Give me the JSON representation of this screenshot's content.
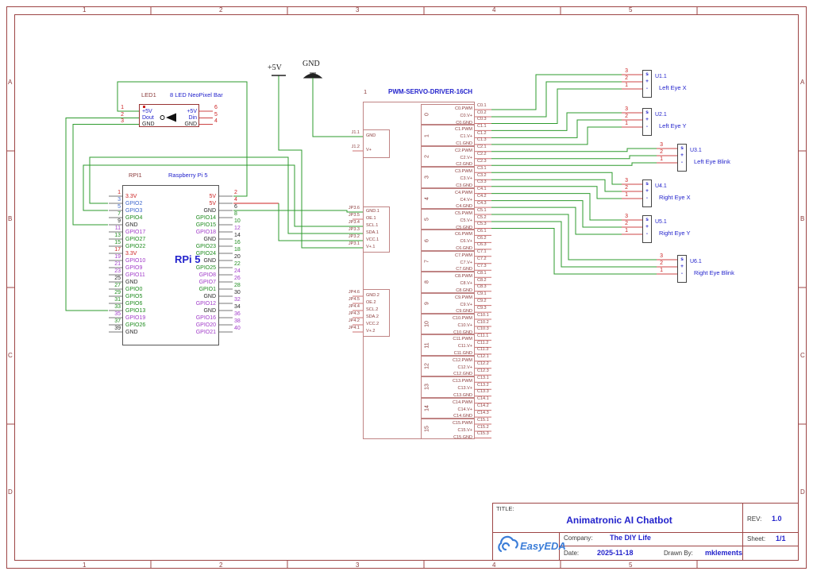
{
  "colors": {
    "wire": "#2e9b2e",
    "red_wire": "#cc2222",
    "stub_pink": "#cc7070",
    "frame": "#9d4545",
    "outline_light": "#c08484",
    "outline_dark": "#993333",
    "net_label": "#8b3b3b",
    "blue_text": "#2323cc",
    "logo_blue": "#3b7dd8"
  },
  "sheet": {
    "columns": [
      "1",
      "2",
      "3",
      "4",
      "5"
    ],
    "rows": [
      "A",
      "B",
      "C",
      "D"
    ]
  },
  "power": {
    "v5_label": "+5V",
    "gnd_label": "GND"
  },
  "led": {
    "ref": "LED1",
    "name": "8 LED NeoPixel Bar",
    "left_pins": [
      {
        "num": "1",
        "label": "+5V",
        "color": "blue"
      },
      {
        "num": "2",
        "label": "Dout",
        "color": "blue"
      },
      {
        "num": "3",
        "label": "GND",
        "color": "black"
      }
    ],
    "right_pins": [
      {
        "num": "6",
        "label": "+5V",
        "color": "blue"
      },
      {
        "num": "5",
        "label": "Din",
        "color": "blue"
      },
      {
        "num": "4",
        "label": "GND",
        "color": "black"
      }
    ]
  },
  "rpi": {
    "ref": "RPI1",
    "name": "Raspberry Pi 5",
    "center_label": "RPi 5",
    "rows": [
      {
        "ln": "1",
        "ll": "3.3V",
        "lc": "red",
        "rl": "5V",
        "rn": "2",
        "rc": "red"
      },
      {
        "ln": "3",
        "ll": "GPIO2",
        "lc": "blue",
        "rl": "5V",
        "rn": "4",
        "rc": "red"
      },
      {
        "ln": "5",
        "ll": "GPIO3",
        "lc": "blue",
        "rl": "GND",
        "rn": "6",
        "rc": "black"
      },
      {
        "ln": "7",
        "ll": "GPIO4",
        "lc": "green",
        "rl": "GPIO14",
        "rn": "8",
        "rc": "green"
      },
      {
        "ln": "9",
        "ll": "GND",
        "lc": "black",
        "rl": "GPIO15",
        "rn": "10",
        "rc": "green"
      },
      {
        "ln": "11",
        "ll": "GPIO17",
        "lc": "purple",
        "rl": "GPIO18",
        "rn": "12",
        "rc": "purple"
      },
      {
        "ln": "13",
        "ll": "GPIO27",
        "lc": "green",
        "rl": "GND",
        "rn": "14",
        "rc": "black"
      },
      {
        "ln": "15",
        "ll": "GPIO22",
        "lc": "green",
        "rl": "GPIO23",
        "rn": "16",
        "rc": "green"
      },
      {
        "ln": "17",
        "ll": "3.3V",
        "lc": "red",
        "rl": "GPIO24",
        "rn": "18",
        "rc": "green"
      },
      {
        "ln": "19",
        "ll": "GPIO10",
        "lc": "purple",
        "rl": "GND",
        "rn": "20",
        "rc": "black"
      },
      {
        "ln": "21",
        "ll": "GPIO9",
        "lc": "purple",
        "rl": "GPIO25",
        "rn": "22",
        "rc": "green"
      },
      {
        "ln": "23",
        "ll": "GPIO11",
        "lc": "purple",
        "rl": "GPIO8",
        "rn": "24",
        "rc": "purple"
      },
      {
        "ln": "25",
        "ll": "GND",
        "lc": "black",
        "rl": "GPIO7",
        "rn": "26",
        "rc": "purple"
      },
      {
        "ln": "27",
        "ll": "GPIO0",
        "lc": "green",
        "rl": "GPIO1",
        "rn": "28",
        "rc": "green"
      },
      {
        "ln": "29",
        "ll": "GPIO5",
        "lc": "green",
        "rl": "GND",
        "rn": "30",
        "rc": "black"
      },
      {
        "ln": "31",
        "ll": "GPIO6",
        "lc": "green",
        "rl": "GPIO12",
        "rn": "32",
        "rc": "purple"
      },
      {
        "ln": "33",
        "ll": "GPIO13",
        "lc": "green",
        "rl": "GND",
        "rn": "34",
        "rc": "black"
      },
      {
        "ln": "35",
        "ll": "GPIO19",
        "lc": "purple",
        "rl": "GPIO16",
        "rn": "36",
        "rc": "purple"
      },
      {
        "ln": "37",
        "ll": "GPIO26",
        "lc": "green",
        "rl": "GPIO20",
        "rn": "38",
        "rc": "purple"
      },
      {
        "ln": "39",
        "ll": "GND",
        "lc": "black",
        "rl": "GPIO21",
        "rn": "40",
        "rc": "purple"
      }
    ]
  },
  "driver": {
    "designator": "1",
    "name": "PWM-SERVO-DRIVER-16CH",
    "power_block": {
      "nets": [
        "J1.1",
        "J1.2"
      ],
      "pins": [
        "GND",
        "V+"
      ]
    },
    "ctrl1_block": {
      "nets": [
        "JP3.6",
        "JP3.5",
        "JP3.4",
        "JP3.3",
        "JP3.2",
        "JP3.1"
      ],
      "pins": [
        "GND.1",
        "OE.1",
        "SCL.1",
        "SDA.1",
        "VCC.1",
        "V+.1"
      ]
    },
    "ctrl2_block": {
      "nets": [
        "JP4.6",
        "JP4.5",
        "JP4.4",
        "JP4.3",
        "JP4.2",
        "JP4.1"
      ],
      "pins": [
        "GND.2",
        "OE.2",
        "SCL.2",
        "SDA.2",
        "VCC.2",
        "V+.2"
      ]
    },
    "channels": [
      {
        "num": "0",
        "pins": [
          "C0.PWM",
          "C0.V+",
          "C0.GND"
        ],
        "nets": [
          "C0.1",
          "C0.2",
          "C0.3"
        ]
      },
      {
        "num": "1",
        "pins": [
          "C1.PWM",
          "C1.V+",
          "C1.GND"
        ],
        "nets": [
          "C1.1",
          "C1.2",
          "C1.3"
        ]
      },
      {
        "num": "2",
        "pins": [
          "C2.PWM",
          "C2.V+",
          "C2.GND"
        ],
        "nets": [
          "C2.1",
          "C2.2",
          "C2.3"
        ]
      },
      {
        "num": "3",
        "pins": [
          "C3.PWM",
          "C3.V+",
          "C3.GND"
        ],
        "nets": [
          "C3.1",
          "C3.2",
          "C3.3"
        ]
      },
      {
        "num": "4",
        "pins": [
          "C4.PWM",
          "C4.V+",
          "C4.GND"
        ],
        "nets": [
          "C4.1",
          "C4.2",
          "C4.3"
        ]
      },
      {
        "num": "5",
        "pins": [
          "C5.PWM",
          "C5.V+",
          "C5.GND"
        ],
        "nets": [
          "C5.1",
          "C5.2",
          "C5.3"
        ]
      },
      {
        "num": "6",
        "pins": [
          "C6.PWM",
          "C6.V+",
          "C6.GND"
        ],
        "nets": [
          "C6.1",
          "C6.2",
          "C6.3"
        ]
      },
      {
        "num": "7",
        "pins": [
          "C7.PWM",
          "C7.V+",
          "C7.GND"
        ],
        "nets": [
          "C7.1",
          "C7.2",
          "C7.3"
        ]
      },
      {
        "num": "8",
        "pins": [
          "C8.PWM",
          "C8.V+",
          "C8.GND"
        ],
        "nets": [
          "C8.1",
          "C8.2",
          "C8.3"
        ]
      },
      {
        "num": "9",
        "pins": [
          "C9.PWM",
          "C9.V+",
          "C9.GND"
        ],
        "nets": [
          "C9.1",
          "C9.2",
          "C9.3"
        ]
      },
      {
        "num": "10",
        "pins": [
          "C10.PWM",
          "C10.V+",
          "C10.GND"
        ],
        "nets": [
          "C10.1",
          "C10.2",
          "C10.3"
        ]
      },
      {
        "num": "11",
        "pins": [
          "C11.PWM",
          "C11.V+",
          "C11.GND"
        ],
        "nets": [
          "C11.1",
          "C11.2",
          "C11.3"
        ]
      },
      {
        "num": "12",
        "pins": [
          "C12.PWM",
          "C12.V+",
          "C12.GND"
        ],
        "nets": [
          "C12.1",
          "C12.2",
          "C12.3"
        ]
      },
      {
        "num": "13",
        "pins": [
          "C13.PWM",
          "C13.V+",
          "C13.GND"
        ],
        "nets": [
          "C13.1",
          "C13.2",
          "C13.3"
        ]
      },
      {
        "num": "14",
        "pins": [
          "C14.PWM",
          "C14.V+",
          "C14.GND"
        ],
        "nets": [
          "C14.1",
          "C14.2",
          "C14.3"
        ]
      },
      {
        "num": "15",
        "pins": [
          "C15.PWM",
          "C15.V+",
          "C15.GND"
        ],
        "nets": [
          "C15.1",
          "C15.2",
          "C15.3"
        ]
      }
    ]
  },
  "servos": [
    {
      "ref": "U1.1",
      "name": "Left Eye X",
      "pins": [
        "3",
        "2",
        "1"
      ],
      "marks": [
        "s",
        "+",
        "-"
      ]
    },
    {
      "ref": "U2.1",
      "name": "Left Eye Y",
      "pins": [
        "3",
        "2",
        "1"
      ],
      "marks": [
        "s",
        "+",
        "-"
      ]
    },
    {
      "ref": "U3.1",
      "name": "Left Eye Blink",
      "pins": [
        "3",
        "2",
        "1"
      ],
      "marks": [
        "s",
        "+",
        "-"
      ]
    },
    {
      "ref": "U4.1",
      "name": "Right Eye X",
      "pins": [
        "3",
        "2",
        "1"
      ],
      "marks": [
        "s",
        "+",
        "-"
      ]
    },
    {
      "ref": "U5.1",
      "name": "Right Eye Y",
      "pins": [
        "3",
        "2",
        "1"
      ],
      "marks": [
        "s",
        "+",
        "-"
      ]
    },
    {
      "ref": "U6.1",
      "name": "Right Eye Blink",
      "pins": [
        "3",
        "2",
        "1"
      ],
      "marks": [
        "s",
        "+",
        "-"
      ]
    }
  ],
  "title_block": {
    "title_label": "TITLE:",
    "title": "Animatronic AI Chatbot",
    "rev_label": "REV:",
    "rev": "1.0",
    "company_label": "Company:",
    "company": "The DIY Life",
    "sheet_label": "Sheet:",
    "sheet": "1/1",
    "date_label": "Date:",
    "date": "2025-11-18",
    "drawn_label": "Drawn By:",
    "drawn_by": "mklements",
    "logo_text": "EasyEDA"
  }
}
